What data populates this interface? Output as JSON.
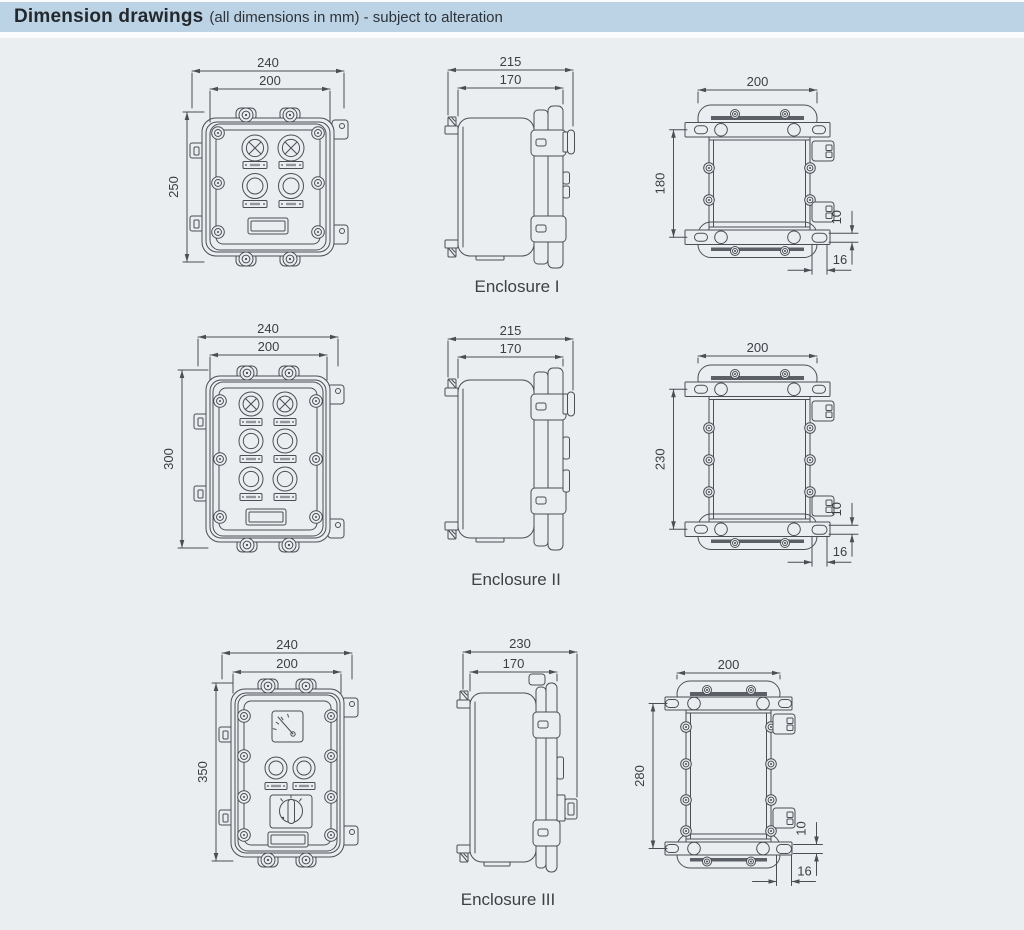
{
  "header": {
    "title": "Dimension drawings",
    "subtitle": "(all dimensions in mm) - subject to alteration"
  },
  "colors": {
    "header_bg": "#bcd3e6",
    "page_bg": "#ebeef1",
    "line": "#4a4f55",
    "text": "#3a3f44"
  },
  "enclosures": [
    {
      "name": "Enclosure I",
      "front": {
        "outer_width": "240",
        "inner_width": "200",
        "height": "250"
      },
      "side": {
        "outer_depth": "215",
        "inner_depth": "170"
      },
      "back": {
        "width": "200",
        "height": "180",
        "slot_height": "10",
        "slot_width": "16"
      }
    },
    {
      "name": "Enclosure II",
      "front": {
        "outer_width": "240",
        "inner_width": "200",
        "height": "300"
      },
      "side": {
        "outer_depth": "215",
        "inner_depth": "170"
      },
      "back": {
        "width": "200",
        "height": "230",
        "slot_height": "10",
        "slot_width": "16"
      }
    },
    {
      "name": "Enclosure III",
      "front": {
        "outer_width": "240",
        "inner_width": "200",
        "height": "350"
      },
      "side": {
        "outer_depth": "230",
        "inner_depth": "170"
      },
      "back": {
        "width": "200",
        "height": "280",
        "slot_height": "10",
        "slot_width": "16"
      }
    }
  ]
}
